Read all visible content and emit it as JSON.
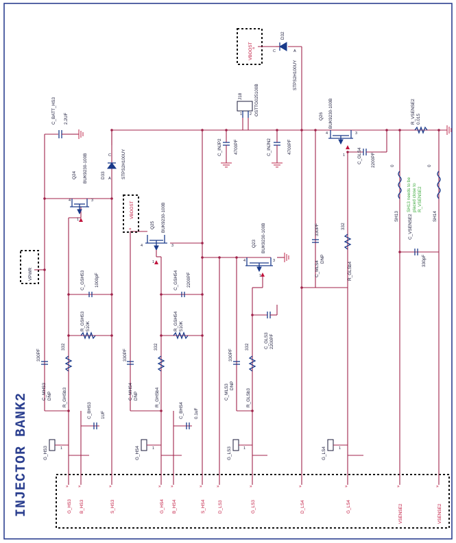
{
  "title": "INJECTOR BANK2",
  "nets": {
    "vpwr": "VPWR",
    "vboost_top": "VBOOST",
    "vboost_q25": "VBOOST"
  },
  "connectors": [
    "G_HS3",
    "B_HS3",
    "S_HS3",
    "G_HS4",
    "B_HS4",
    "S_HS4",
    "D_LS3",
    "G_LS3",
    "D_LS4",
    "G_LS4",
    "VSENSE2",
    "VSENSE2"
  ],
  "components": {
    "c_batt_hs3": {
      "ref": "C_BATT_HS3",
      "value": "2.2UF"
    },
    "q24": {
      "ref": "Q24",
      "part": "BUK9230-100B"
    },
    "d33": {
      "ref": "D33",
      "part": "STPS2H100UY"
    },
    "q25": {
      "ref": "Q25",
      "part": "BUK9230-100B"
    },
    "c_gsh53": {
      "ref": "C_GSH53",
      "value": "1000pF"
    },
    "r_gsh53": {
      "ref": "R_GSH53",
      "value": "510K"
    },
    "c_mhs3": {
      "ref": "C_MHS3",
      "value": "330PF",
      "dnp": "DNP"
    },
    "r_ghsb3": {
      "ref": "R_GHSb3",
      "value": "332"
    },
    "c_bhs3": {
      "ref": "C_BHS3",
      "value": "1UF"
    },
    "g_hs3": {
      "ref": "G_HS3"
    },
    "c_gsh54": {
      "ref": "C_GSH54",
      "value": "2200PF"
    },
    "r_gsh54": {
      "ref": "R_GSH54",
      "value": "510K"
    },
    "c_mhs4": {
      "ref": "C_MHS4",
      "value": "330PF",
      "dnp": "DNP"
    },
    "r_ghsb4": {
      "ref": "R_GHSb4",
      "value": "332"
    },
    "c_bhs4": {
      "ref": "C_BHS4",
      "value": "0.1uF"
    },
    "g_hs4": {
      "ref": "G_HS4"
    },
    "j18": {
      "ref": "J18",
      "part": "OSTTG025100B"
    },
    "c_injp2": {
      "ref": "C_INJP2",
      "value": "4700PF"
    },
    "c_injn2": {
      "ref": "C_INJN2",
      "value": "4700PF"
    },
    "q23": {
      "ref": "Q23",
      "part": "BUK9230-100B"
    },
    "c_mls3": {
      "ref": "C_MLS3",
      "value": "330PF",
      "dnp": "DNP"
    },
    "r_glsb3": {
      "ref": "R_GLSb3",
      "value": "332"
    },
    "c_gls3": {
      "ref": "C_GLS3",
      "value": "2200PF"
    },
    "g_ls3": {
      "ref": "G_LS3"
    },
    "d32": {
      "ref": "D32",
      "part": "STPS2H100UY"
    },
    "q26": {
      "ref": "Q26",
      "part": "BUK9230-100B"
    },
    "c_gls4": {
      "ref": "C_GLS4",
      "value": "2200PF"
    },
    "c_mls4": {
      "ref": "C_MLS4",
      "value": "330PF",
      "dnp": "DNP"
    },
    "r_glsb4": {
      "ref": "R_GLSb4",
      "value": "332"
    },
    "g_ls4": {
      "ref": "G_LS4"
    },
    "r_vsense2": {
      "ref": "R_VSENSE2",
      "value": "0.015"
    },
    "c_vsense2": {
      "ref": "C_VSENSE2",
      "value": "330pF"
    },
    "sh13": {
      "ref": "SH13",
      "value": "0"
    },
    "sh14": {
      "ref": "SH14",
      "value": "0"
    }
  },
  "notes": {
    "sh13_note": [
      "SH13 needs to be",
      "placed close to",
      "R_VSENSE2"
    ]
  },
  "pins": {
    "one": "1",
    "two": "2",
    "three": "3",
    "four": "4",
    "a": "A",
    "c": "C"
  }
}
